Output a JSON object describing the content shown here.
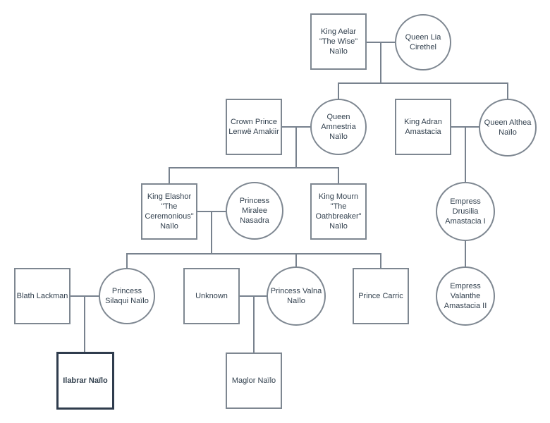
{
  "diagram": {
    "type": "family-tree",
    "colors": {
      "background": "#ffffff",
      "shape_border": "#7e8791",
      "connector_line": "#78828e",
      "text": "#32404e",
      "highlight_border": "#2f3c4d"
    },
    "nodes": {
      "king_aelar": {
        "label": "King Aelar\n\"The Wise\"\nNaïlo",
        "shape": "rect"
      },
      "queen_lia": {
        "label": "Queen Lia\nCirethel",
        "shape": "circle"
      },
      "crown_prince_lenwe": {
        "label": "Crown Prince\nLenwë Amakiir",
        "shape": "rect"
      },
      "queen_amnestria": {
        "label": "Queen\nAmnestria\nNaïlo",
        "shape": "circle"
      },
      "king_adran": {
        "label": "King Adran\nAmastacia",
        "shape": "rect"
      },
      "queen_althea": {
        "label": "Queen Althea\nNaïlo",
        "shape": "circle"
      },
      "king_elashor": {
        "label": "King Elashor\n\"The\nCeremonious\"\nNaïlo",
        "shape": "rect"
      },
      "princess_miralee": {
        "label": "Princess\nMiralee\nNasadra",
        "shape": "circle"
      },
      "king_mourn": {
        "label": "King Mourn\n\"The\nOathbreaker\"\nNaïlo",
        "shape": "rect"
      },
      "empress_drusilia": {
        "label": "Empress\nDrusilia\nAmastacia I",
        "shape": "circle"
      },
      "blath_lackman": {
        "label": "Blath Lackman",
        "shape": "rect"
      },
      "princess_silaqui": {
        "label": "Princess\nSilaqui Naïlo",
        "shape": "circle"
      },
      "unknown": {
        "label": "Unknown",
        "shape": "rect"
      },
      "princess_valna": {
        "label": "Princess Valna\nNaïlo",
        "shape": "circle"
      },
      "prince_carric": {
        "label": "Prince Carric",
        "shape": "rect"
      },
      "empress_valanthe": {
        "label": "Empress\nValanthe\nAmastacia II",
        "shape": "circle"
      },
      "ilabrar": {
        "label": "Ilabrar Naïlo",
        "shape": "rect-highlight"
      },
      "maglor": {
        "label": "Maglor Naïlo",
        "shape": "rect"
      }
    },
    "edges": [
      {
        "type": "marriage",
        "between": [
          "king_aelar",
          "queen_lia"
        ]
      },
      {
        "type": "children",
        "parents": [
          "king_aelar",
          "queen_lia"
        ],
        "children": [
          "queen_amnestria",
          "queen_althea"
        ]
      },
      {
        "type": "marriage",
        "between": [
          "crown_prince_lenwe",
          "queen_amnestria"
        ]
      },
      {
        "type": "children",
        "parents": [
          "crown_prince_lenwe",
          "queen_amnestria"
        ],
        "children": [
          "king_elashor",
          "king_mourn"
        ]
      },
      {
        "type": "marriage",
        "between": [
          "king_adran",
          "queen_althea"
        ]
      },
      {
        "type": "children",
        "parents": [
          "king_adran",
          "queen_althea"
        ],
        "children": [
          "empress_drusilia"
        ]
      },
      {
        "type": "marriage",
        "between": [
          "king_elashor",
          "princess_miralee"
        ]
      },
      {
        "type": "children",
        "parents": [
          "king_elashor",
          "princess_miralee"
        ],
        "children": [
          "princess_silaqui",
          "princess_valna",
          "prince_carric"
        ]
      },
      {
        "type": "children",
        "parents": [
          "empress_drusilia"
        ],
        "children": [
          "empress_valanthe"
        ]
      },
      {
        "type": "marriage",
        "between": [
          "blath_lackman",
          "princess_silaqui"
        ]
      },
      {
        "type": "children",
        "parents": [
          "blath_lackman",
          "princess_silaqui"
        ],
        "children": [
          "ilabrar"
        ]
      },
      {
        "type": "marriage",
        "between": [
          "unknown",
          "princess_valna"
        ]
      },
      {
        "type": "children",
        "parents": [
          "unknown",
          "princess_valna"
        ],
        "children": [
          "maglor"
        ]
      }
    ]
  }
}
